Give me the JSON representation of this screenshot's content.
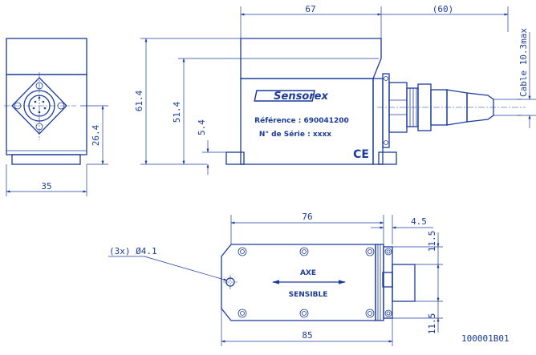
{
  "dimensions": {
    "width_67": "67",
    "cable_len": "(60)",
    "height_61_4": "61.4",
    "height_51_4": "51.4",
    "height_5_4": "5.4",
    "height_26_4": "26.4",
    "width_35": "35",
    "cable_dia": "Cable 10.3max",
    "length_76": "76",
    "length_85": "85",
    "offset_4_5": "4.5",
    "offset_11_5_top": "11.5",
    "offset_11_5_bottom": "11.5",
    "hole_callout": "(3x) Ø4.1"
  },
  "nameplate": {
    "brand": "Sensorex",
    "reference": "Référence : 690041200",
    "serial": "N° de Série : xxxx",
    "ce_mark": "CE"
  },
  "top_view": {
    "axis_label_top": "AXE",
    "axis_label_bottom": "SENSIBLE"
  },
  "drawing_id": "100001B01"
}
